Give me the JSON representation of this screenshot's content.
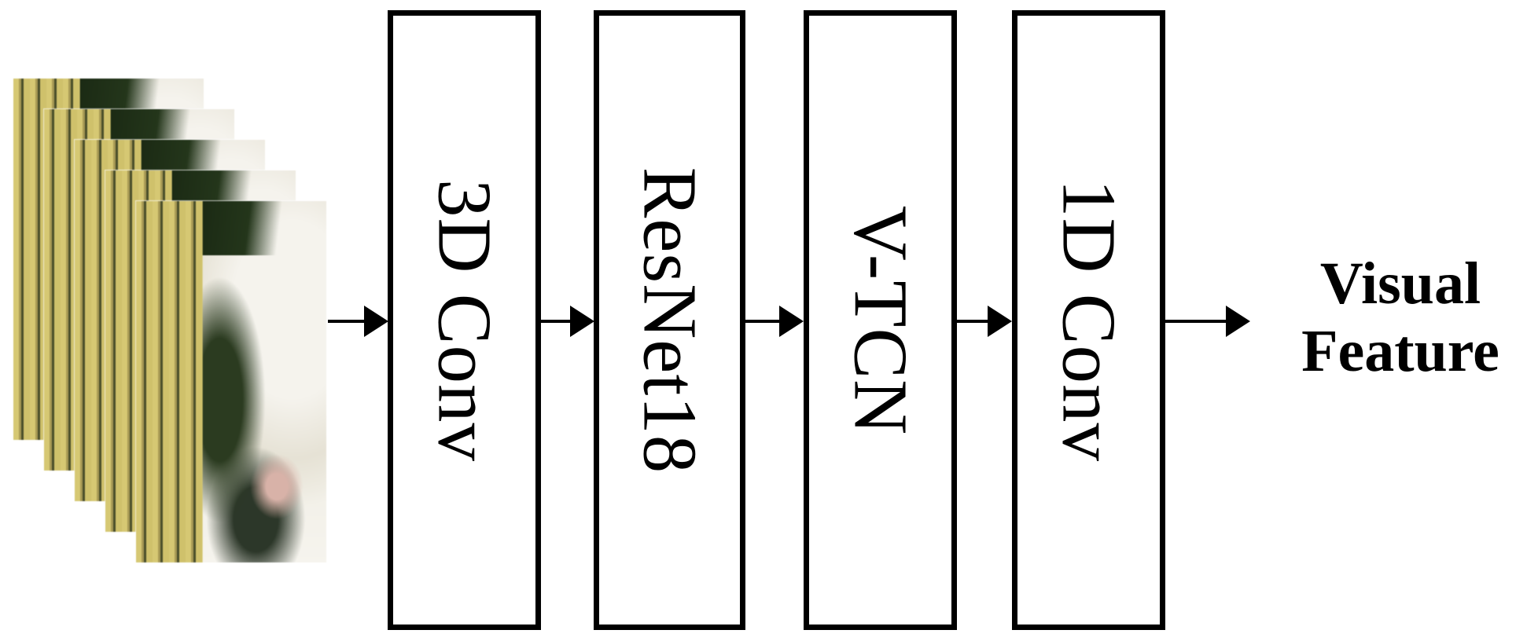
{
  "diagram": {
    "input": {
      "name": "video-frame-stack",
      "frame_count": 5
    },
    "boxes": [
      {
        "label": "3D Conv"
      },
      {
        "label": "ResNet18"
      },
      {
        "label": "V-TCN"
      },
      {
        "label": "1D Conv"
      }
    ],
    "output": {
      "line1": "Visual",
      "line2": "Feature"
    },
    "colors": {
      "stroke": "#000000",
      "background": "#ffffff",
      "frame_yellow": "#d6c873",
      "frame_dark_green": "#24361b",
      "frame_light": "#f5f3ed",
      "frame_pink": "#d8b2a8"
    }
  }
}
